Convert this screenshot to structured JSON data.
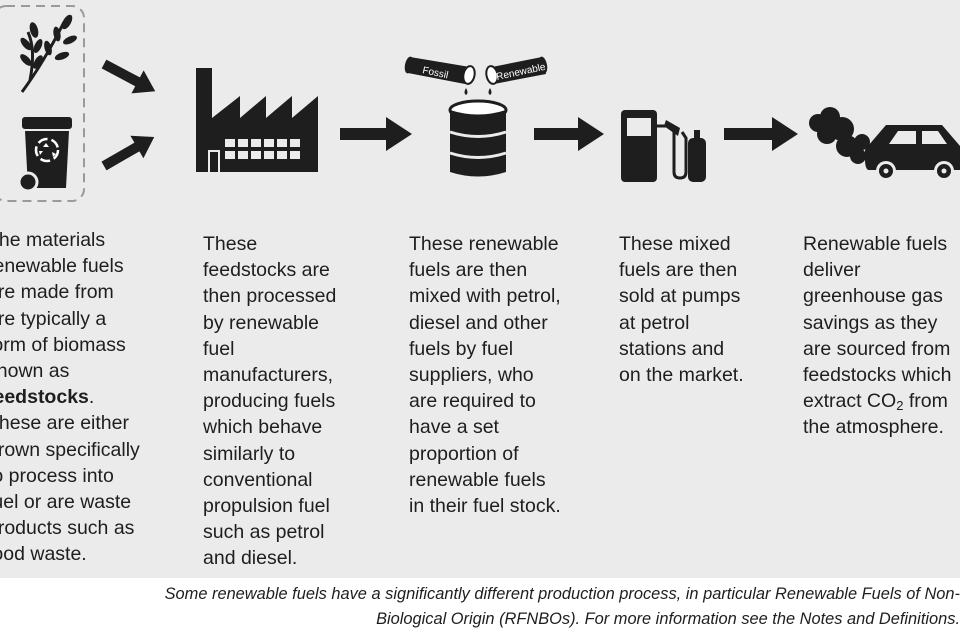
{
  "icons": {
    "wheat": "wheat-icon",
    "waste_bin": "recycling-bin-icon",
    "factory": "factory-icon",
    "barrel": "fuel-barrel-icon",
    "pump": "fuel-pump-icon",
    "car": "car-icon",
    "smoke": "exhaust-smoke-icon",
    "arrow": "right-arrow-icon"
  },
  "pipes": {
    "fossil_label": "Fossil",
    "renewable_label": "Renewable"
  },
  "stages": {
    "feedstock": {
      "lines": [
        "The materials",
        "renewable fuels",
        "are made from",
        "are typically a",
        "form of biomass",
        "known as"
      ],
      "bold_word": "feedstocks",
      "bold_suffix": ".",
      "lines_after": [
        "These are either",
        "grown specifically",
        "to process into",
        "fuel or are waste",
        "products such as",
        "food waste."
      ]
    },
    "processing": {
      "lines": [
        "These",
        "feedstocks are",
        "then processed",
        "by renewable",
        "fuel",
        "manufacturers,",
        "producing fuels",
        "which behave",
        "similarly to",
        "conventional",
        "propulsion fuel",
        "such as petrol",
        "and diesel."
      ]
    },
    "blending": {
      "lines": [
        "These renewable",
        "fuels are then",
        "mixed with petrol,",
        "diesel and other",
        "fuels by fuel",
        "suppliers, who",
        "are required to",
        "have a set",
        "proportion of",
        "renewable fuels",
        "in their fuel stock."
      ]
    },
    "sale": {
      "lines": [
        "These mixed",
        "fuels are then",
        "sold at pumps",
        "at petrol",
        "stations and",
        "on the market."
      ]
    },
    "savings": {
      "lines": [
        "Renewable fuels",
        "deliver",
        "greenhouse gas",
        "savings as they",
        "are sourced from",
        "feedstocks which"
      ],
      "co2_prefix": "extract CO",
      "co2_sub": "2",
      "co2_suffix": " from",
      "last_line": "the atmosphere."
    }
  },
  "footnote": {
    "line1": "Some renewable fuels have a significantly different production process, in particular Renewable Fuels of Non-",
    "line2": "Biological Origin (RFNBOs). For more information see the Notes and Definitions."
  },
  "colors": {
    "panel_bg": "#ebebeb",
    "icon": "#1e1e1e",
    "text": "#1e1e1e"
  }
}
